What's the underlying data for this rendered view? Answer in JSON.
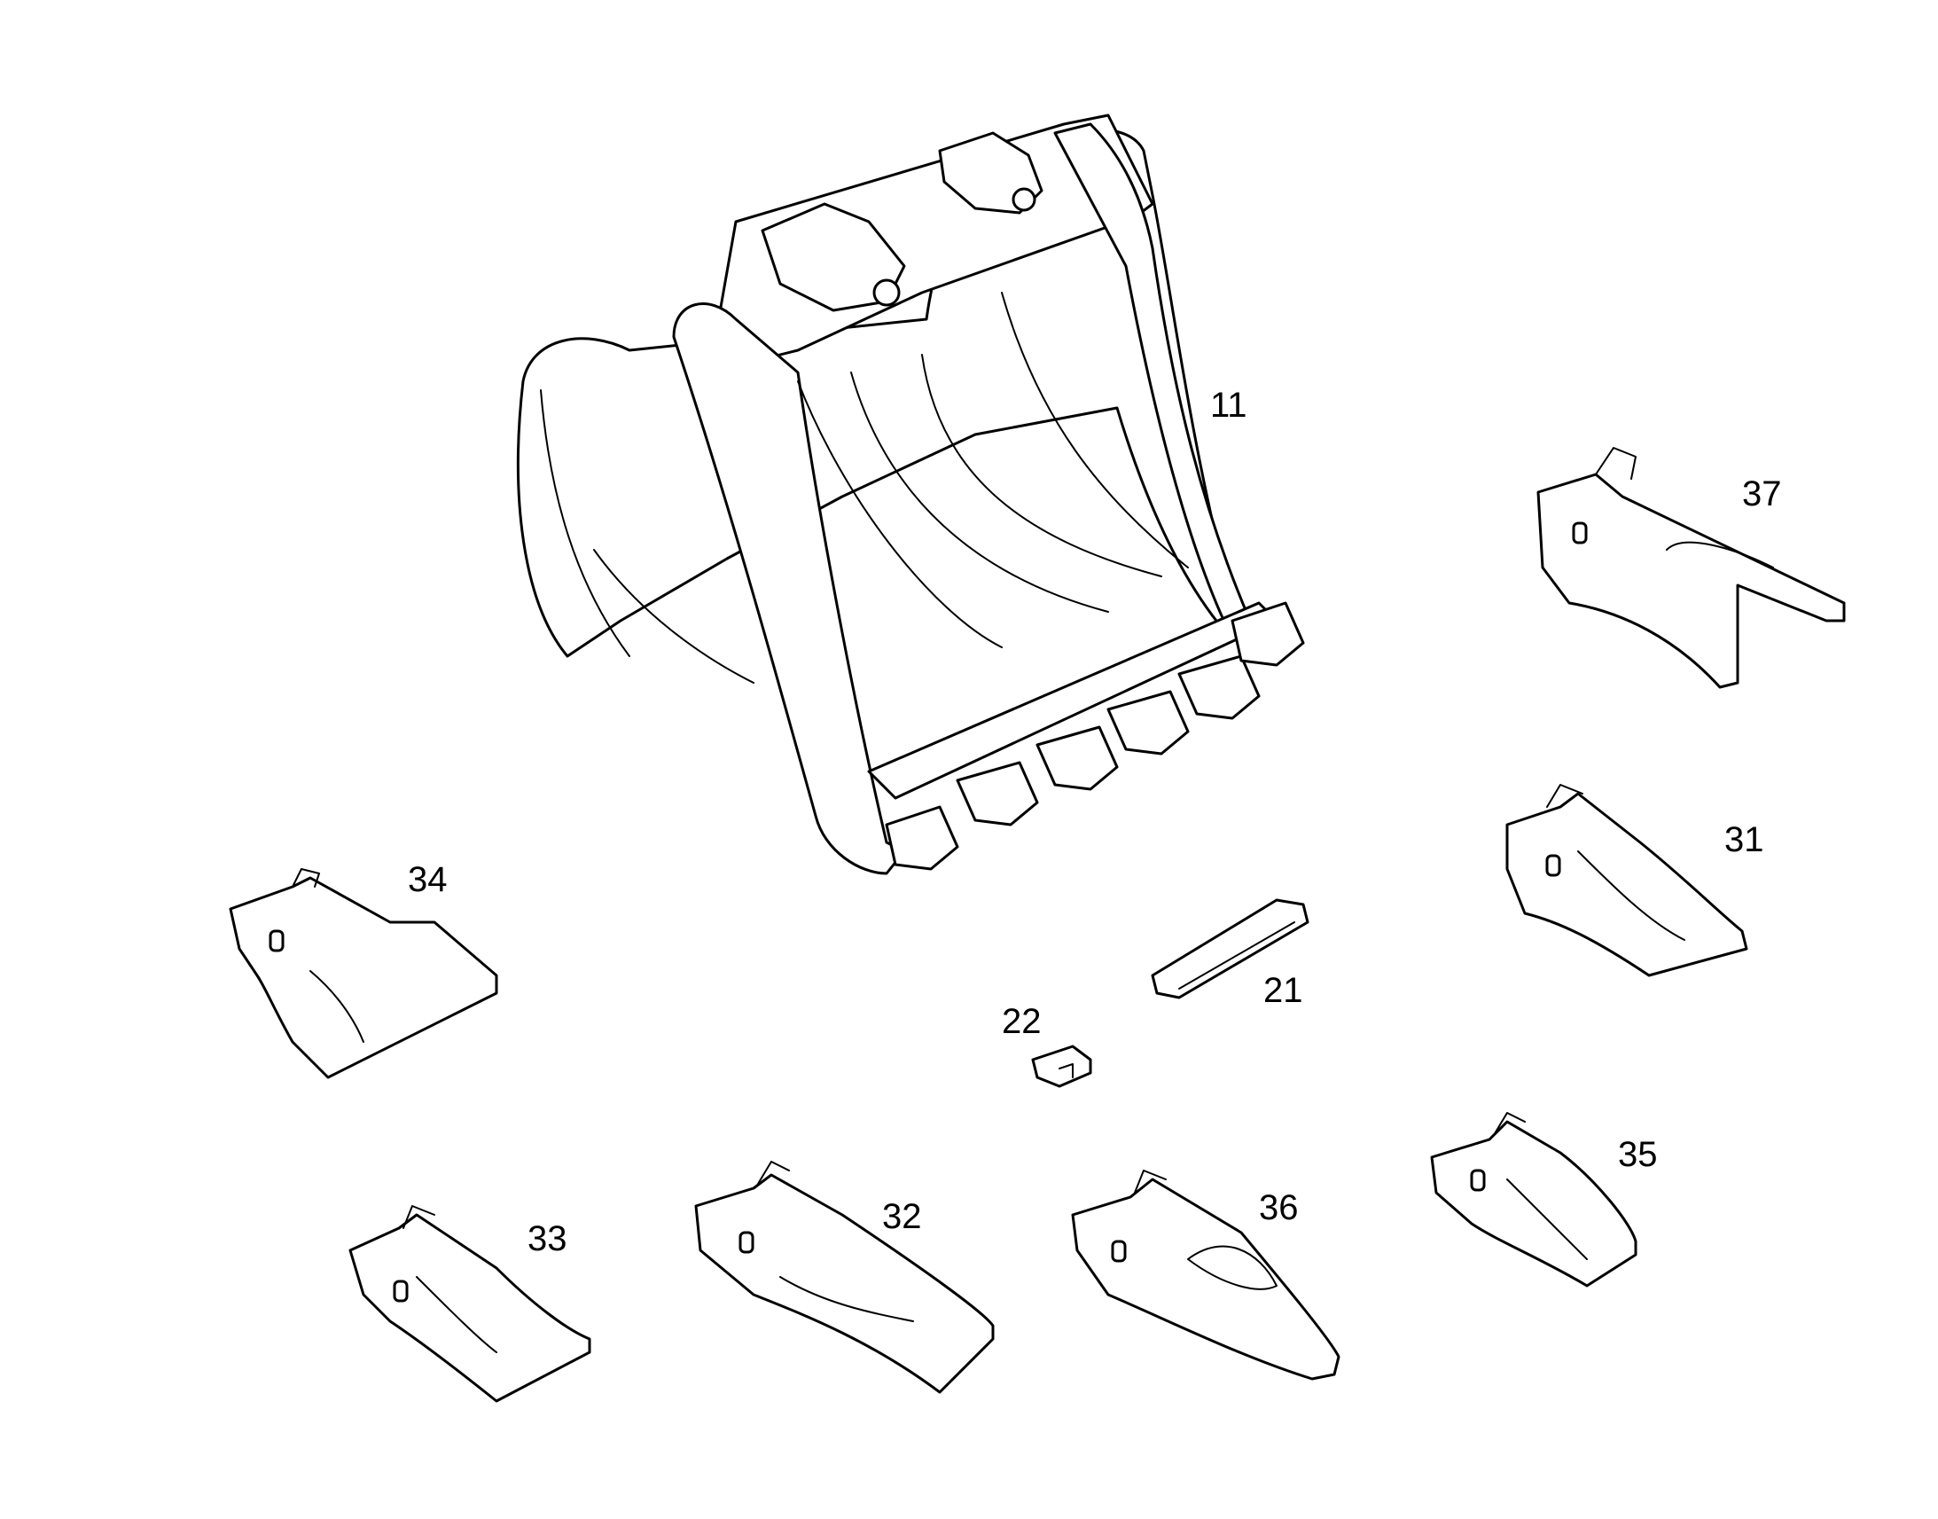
{
  "callouts": {
    "p11": "11",
    "p21": "21",
    "p22": "22",
    "p31": "31",
    "p32": "32",
    "p33": "33",
    "p34": "34",
    "p35": "35",
    "p36": "36",
    "p37": "37"
  },
  "icons": {
    "bucket": "excavator-bucket-icon",
    "tooth": "bucket-tooth-icon",
    "pin": "retaining-pin-icon",
    "lock": "tooth-lock-icon"
  },
  "colors": {
    "line": "#000000",
    "background": "#ffffff"
  }
}
